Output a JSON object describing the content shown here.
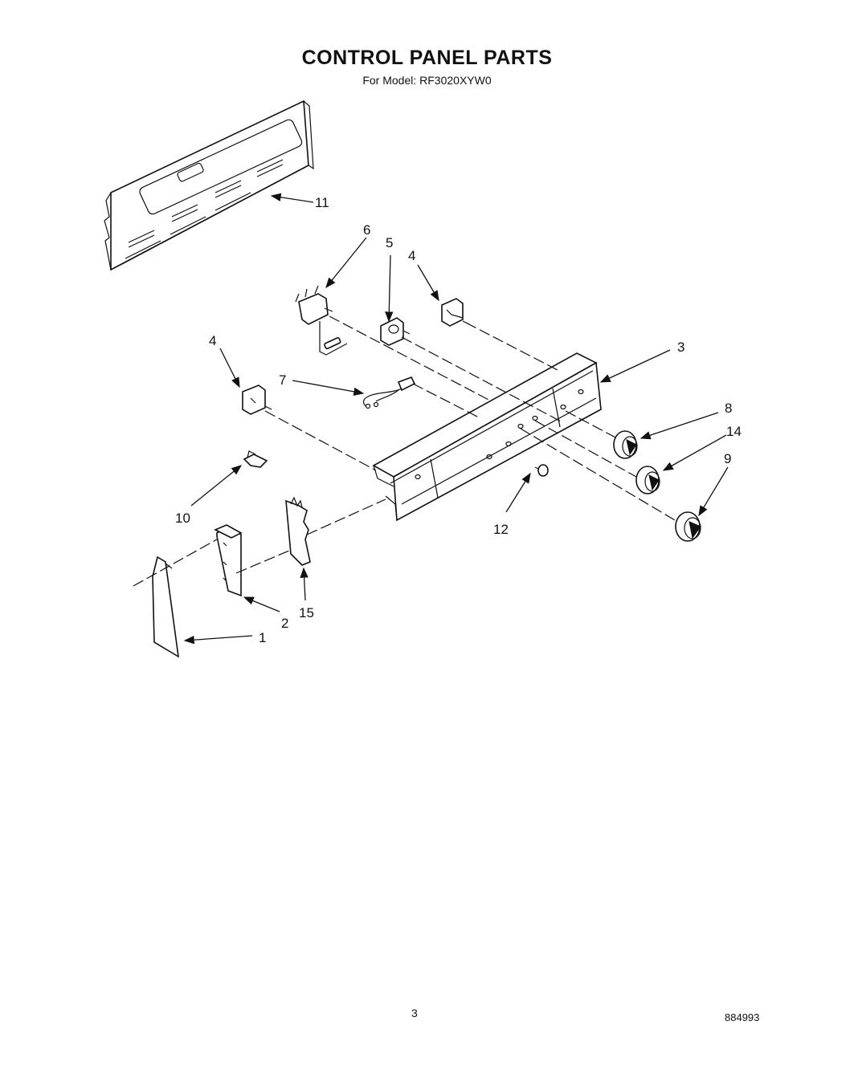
{
  "header": {
    "title": "CONTROL PANEL PARTS",
    "subtitle": "For Model: RF3020XYW0"
  },
  "callouts": {
    "c11": "11",
    "c6": "6",
    "c5": "5",
    "c4_top": "4",
    "c3": "3",
    "c4_left": "4",
    "c7": "7",
    "c8": "8",
    "c14": "14",
    "c9": "9",
    "c10": "10",
    "c12": "12",
    "c2": "2",
    "c15": "15",
    "c1": "1"
  },
  "footer": {
    "page_number": "3",
    "document_number": "884993"
  }
}
